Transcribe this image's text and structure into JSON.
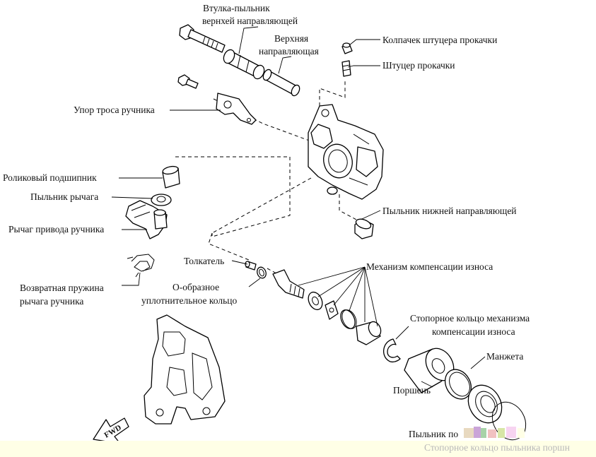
{
  "labels": {
    "upper_guide_boot": [
      "Втулка-пыльник",
      "вернхей направляющей"
    ],
    "upper_guide": [
      "Верхняя",
      "направляющая"
    ],
    "bleeder_cap": "Колпачек штуцера прокачки",
    "bleeder": "Штуцер прокачки",
    "cable_stop": "Упор троса ручника",
    "roller_bearing": "Роликовый подшипник",
    "lever_boot": "Пыльник рычага",
    "parking_lever": "Рычаг привода ручника",
    "return_spring": [
      "Возвратная пружина",
      "рычага ручника"
    ],
    "lower_guide_boot": "Пыльник нижней направляющей",
    "pushrod": "Толкатель",
    "o_ring": [
      "О-образное",
      "уплотнительное кольцо"
    ],
    "adjuster": "Механизм компенсации износа",
    "adjuster_snap_ring": [
      "Стопорное кольцо механизма",
      "компенсации износа"
    ],
    "seal": "Манжета",
    "piston": "Поршень",
    "piston_boot": "Пыльник по",
    "fwd": "FWD"
  },
  "footer": {
    "caption": "Стопорное кольцо пыльника поршн"
  }
}
